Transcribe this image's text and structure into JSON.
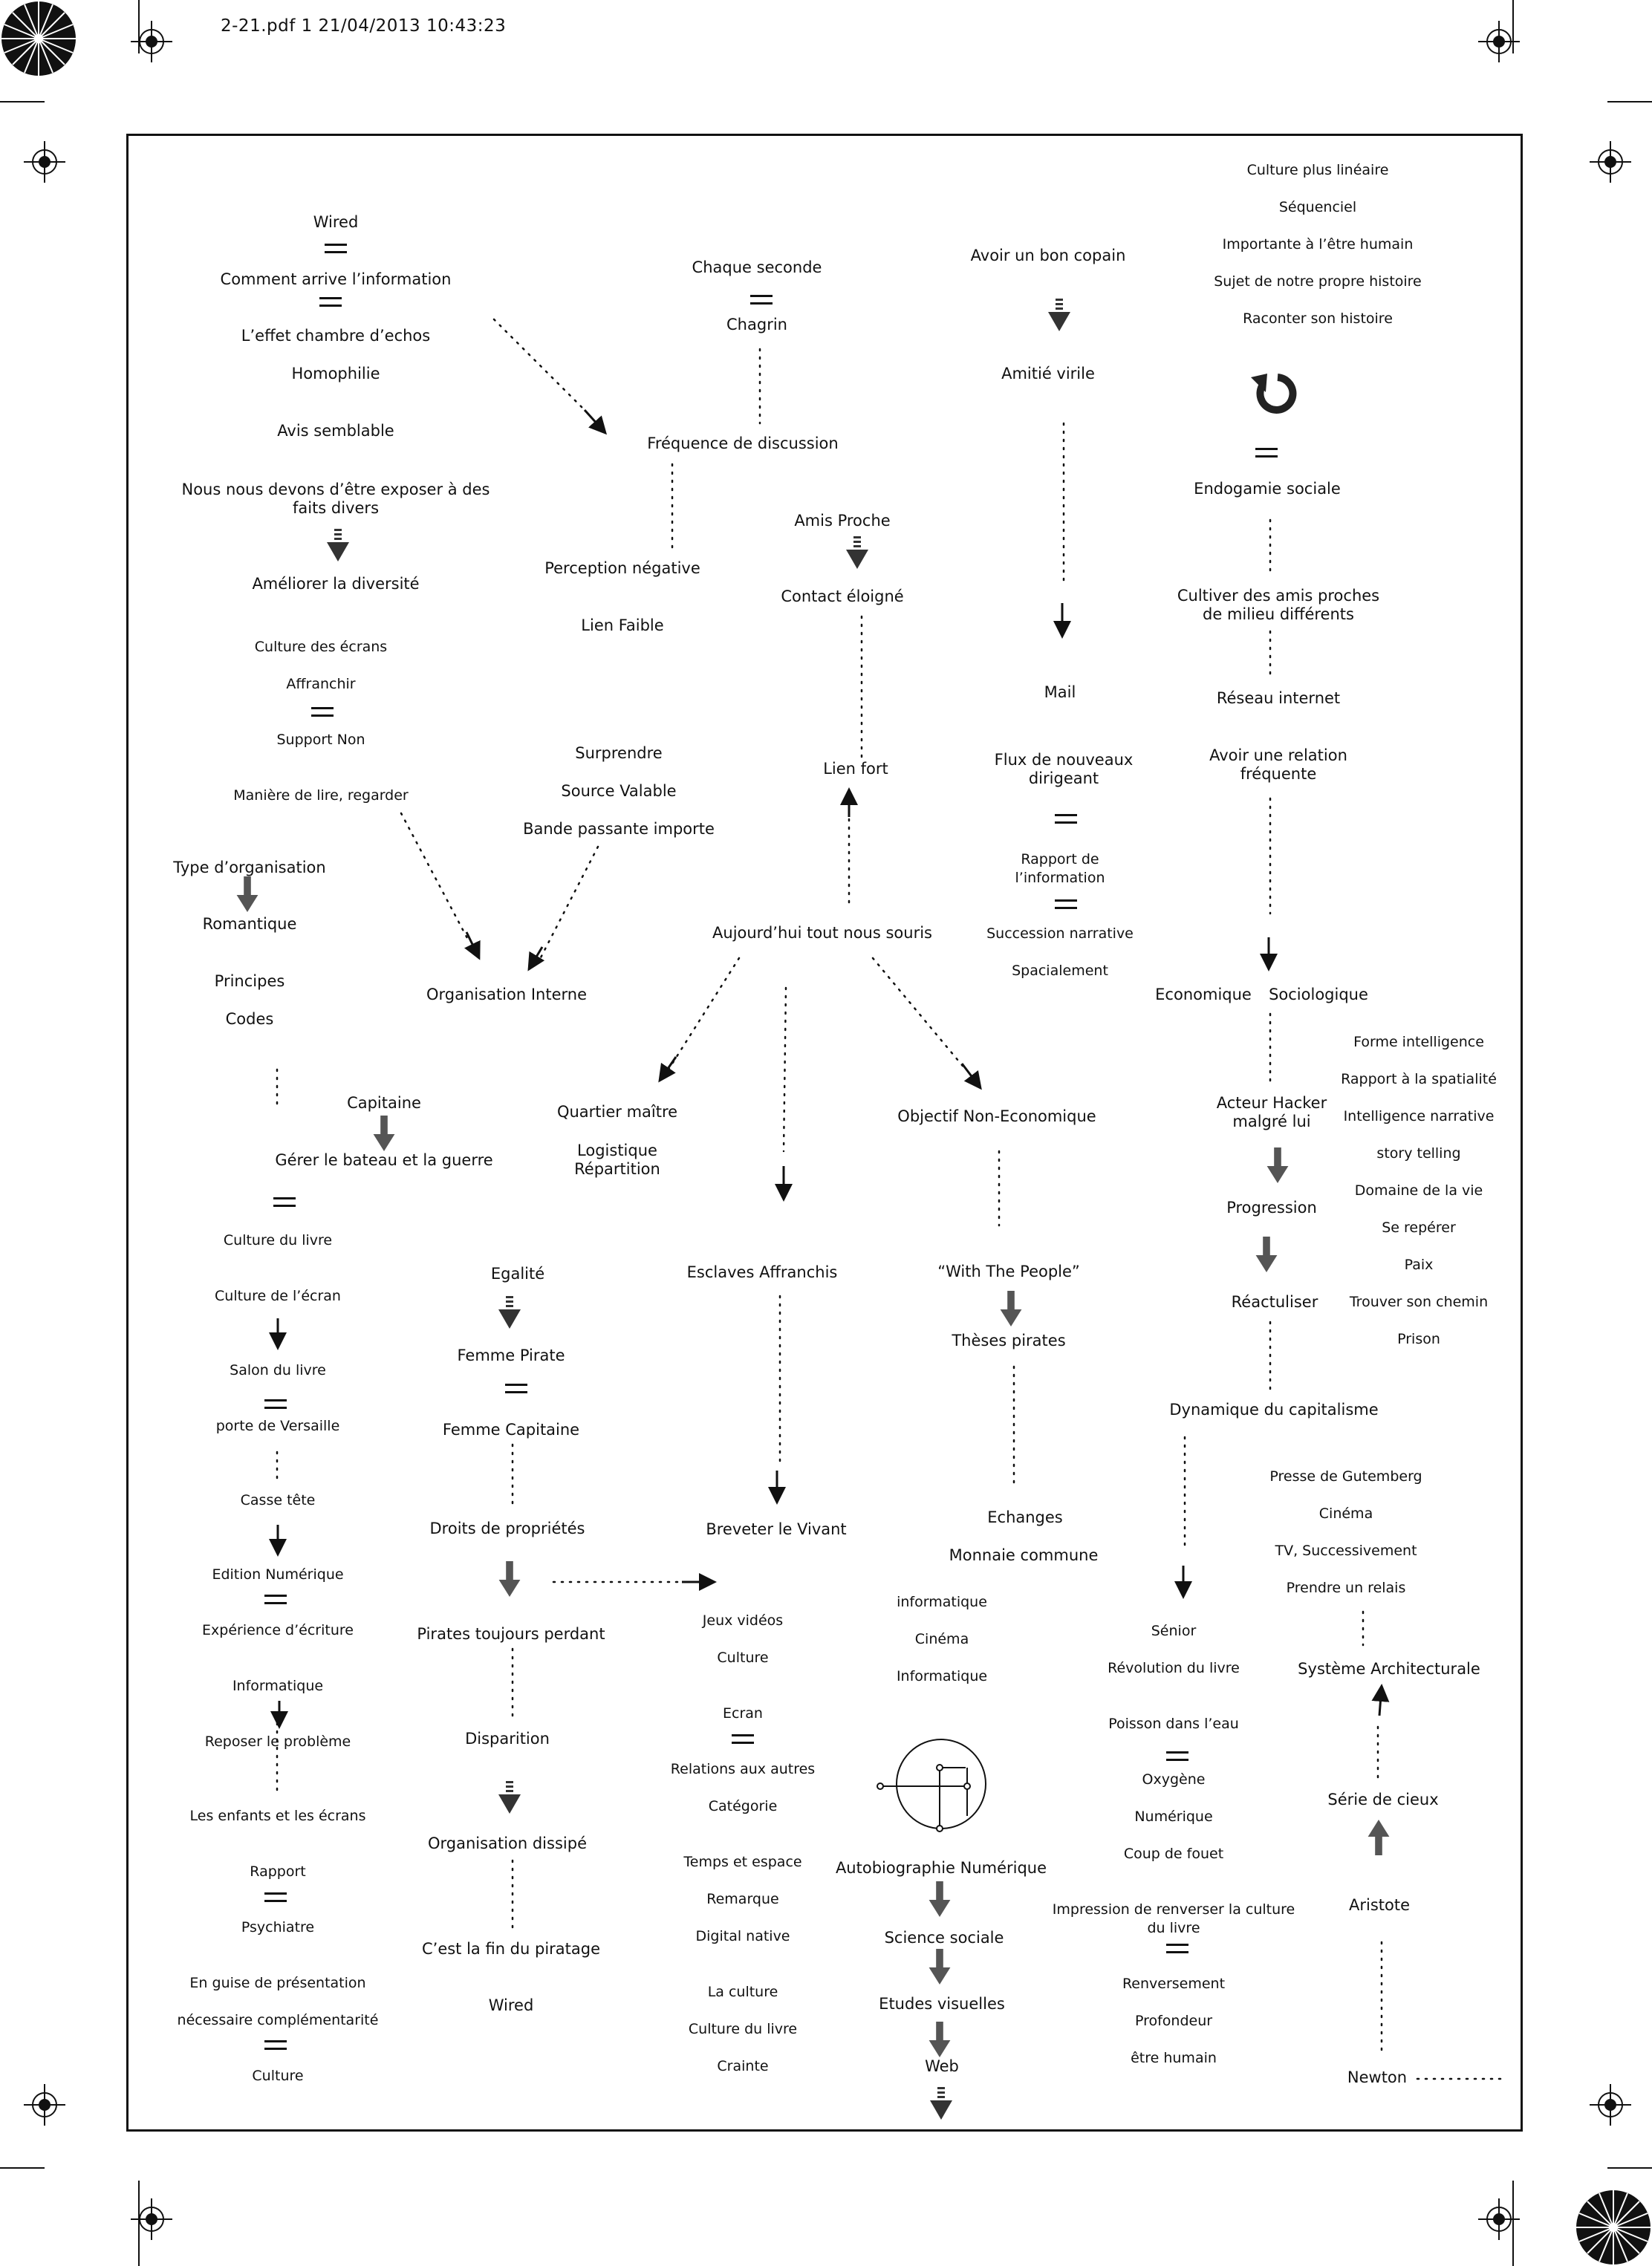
{
  "header": {
    "text": "2-21.pdf   1   21/04/2013   10:43:23"
  },
  "nodes": [
    {
      "id": "n1",
      "text": "Wired"
    },
    {
      "id": "n2",
      "text": "Comment arrive l’information"
    },
    {
      "id": "n3",
      "text": "L’effet chambre d’echos"
    },
    {
      "id": "n4",
      "text": "Homophilie"
    },
    {
      "id": "n5",
      "text": "Avis semblable"
    },
    {
      "id": "n6",
      "text": "Nous nous devons d’être exposer à des"
    },
    {
      "id": "n6b",
      "text": "faits divers"
    },
    {
      "id": "n7",
      "text": "Améliorer la diversité"
    },
    {
      "id": "n8",
      "text": "Culture des écrans"
    },
    {
      "id": "n9",
      "text": "Affranchir"
    },
    {
      "id": "n10",
      "text": "Support Non"
    },
    {
      "id": "n11",
      "text": "Manière de lire, regarder"
    },
    {
      "id": "n12",
      "text": "Type d’organisation"
    },
    {
      "id": "n13",
      "text": "Romantique"
    },
    {
      "id": "n14",
      "text": "Principes"
    },
    {
      "id": "n15",
      "text": "Codes"
    },
    {
      "id": "n16",
      "text": "Capitaine"
    },
    {
      "id": "n17",
      "text": "Gérer le bateau et la guerre"
    },
    {
      "id": "n18",
      "text": "Culture du livre"
    },
    {
      "id": "n19",
      "text": "Culture de l’écran"
    },
    {
      "id": "n20",
      "text": "Salon du livre"
    },
    {
      "id": "n21",
      "text": "porte de Versaille"
    },
    {
      "id": "n22",
      "text": "Casse tête"
    },
    {
      "id": "n23",
      "text": "Edition Numérique"
    },
    {
      "id": "n24",
      "text": "Expérience d’écriture"
    },
    {
      "id": "n25",
      "text": "Informatique"
    },
    {
      "id": "n26",
      "text": "Reposer le problème"
    },
    {
      "id": "n27",
      "text": "Les enfants et les écrans"
    },
    {
      "id": "n28",
      "text": "Rapport"
    },
    {
      "id": "n29",
      "text": "Psychiatre"
    },
    {
      "id": "n30",
      "text": "En guise de présentation"
    },
    {
      "id": "n31",
      "text": "nécessaire complémentarité"
    },
    {
      "id": "n32",
      "text": "Culture"
    },
    {
      "id": "n33",
      "text": "Chaque seconde"
    },
    {
      "id": "n34",
      "text": "Chagrin"
    },
    {
      "id": "n35",
      "text": "Fréquence de discussion"
    },
    {
      "id": "n36",
      "text": "Perception négative"
    },
    {
      "id": "n37",
      "text": "Lien Faible"
    },
    {
      "id": "n38",
      "text": "Surprendre"
    },
    {
      "id": "n39",
      "text": "Source Valable"
    },
    {
      "id": "n40",
      "text": "Bande passante importe"
    },
    {
      "id": "n41",
      "text": "Organisation Interne"
    },
    {
      "id": "n42",
      "text": "Quartier maître"
    },
    {
      "id": "n43",
      "text": "Logistique"
    },
    {
      "id": "n44",
      "text": "Répartition"
    },
    {
      "id": "n45",
      "text": "Egalité"
    },
    {
      "id": "n46",
      "text": "Femme Pirate"
    },
    {
      "id": "n47",
      "text": "Femme Capitaine"
    },
    {
      "id": "n48",
      "text": "Droits de propriétés"
    },
    {
      "id": "n49",
      "text": "Pirates toujours perdant"
    },
    {
      "id": "n50",
      "text": "Disparition"
    },
    {
      "id": "n51",
      "text": "Organisation dissipé"
    },
    {
      "id": "n52",
      "text": "C’est la fin du piratage"
    },
    {
      "id": "n53",
      "text": "Wired"
    },
    {
      "id": "n54",
      "text": "Amis Proche"
    },
    {
      "id": "n55",
      "text": "Contact éloigné"
    },
    {
      "id": "n56",
      "text": "Lien fort"
    },
    {
      "id": "n57",
      "text": "Aujourd’hui tout nous souris"
    },
    {
      "id": "n58",
      "text": "Esclaves Affranchis"
    },
    {
      "id": "n59",
      "text": "Breveter le Vivant"
    },
    {
      "id": "n60",
      "text": "Jeux vidéos"
    },
    {
      "id": "n61",
      "text": "Culture"
    },
    {
      "id": "n62",
      "text": "Ecran"
    },
    {
      "id": "n63",
      "text": "Relations aux autres"
    },
    {
      "id": "n64",
      "text": "Catégorie"
    },
    {
      "id": "n65",
      "text": "Temps et espace"
    },
    {
      "id": "n66",
      "text": "Remarque"
    },
    {
      "id": "n67",
      "text": "Digital native"
    },
    {
      "id": "n68",
      "text": "La culture"
    },
    {
      "id": "n69",
      "text": "Culture du livre"
    },
    {
      "id": "n70",
      "text": "Crainte"
    },
    {
      "id": "n71",
      "text": "Avoir un bon copain"
    },
    {
      "id": "n72",
      "text": "Amitié virile"
    },
    {
      "id": "n73",
      "text": "Mail"
    },
    {
      "id": "n74",
      "text": "Flux de nouveaux"
    },
    {
      "id": "n74b",
      "text": "dirigeant"
    },
    {
      "id": "n75",
      "text": "Rapport de"
    },
    {
      "id": "n75b",
      "text": "l’information"
    },
    {
      "id": "n76",
      "text": "Succession narrative"
    },
    {
      "id": "n77",
      "text": "Spacialement"
    },
    {
      "id": "n78",
      "text": "Objectif Non-Economique"
    },
    {
      "id": "n79",
      "text": "“With The People”"
    },
    {
      "id": "n80",
      "text": "Thèses pirates"
    },
    {
      "id": "n81",
      "text": "Echanges"
    },
    {
      "id": "n82",
      "text": "Monnaie commune"
    },
    {
      "id": "n83",
      "text": "informatique"
    },
    {
      "id": "n84",
      "text": "Cinéma"
    },
    {
      "id": "n85",
      "text": "Informatique"
    },
    {
      "id": "n86",
      "text": "Autobiographie Numérique"
    },
    {
      "id": "n87",
      "text": "Science sociale"
    },
    {
      "id": "n88",
      "text": "Etudes visuelles"
    },
    {
      "id": "n89",
      "text": "Web"
    },
    {
      "id": "n90",
      "text": "Culture plus linéaire"
    },
    {
      "id": "n91",
      "text": "Séquenciel"
    },
    {
      "id": "n92",
      "text": "Importante à l’être humain"
    },
    {
      "id": "n93",
      "text": "Sujet de notre propre histoire"
    },
    {
      "id": "n94",
      "text": "Raconter son histoire"
    },
    {
      "id": "n95",
      "text": "Endogamie sociale"
    },
    {
      "id": "n96",
      "text": "Cultiver des amis proches"
    },
    {
      "id": "n96b",
      "text": "de milieu différents"
    },
    {
      "id": "n97",
      "text": "Réseau internet"
    },
    {
      "id": "n98",
      "text": "Avoir une relation"
    },
    {
      "id": "n98b",
      "text": "fréquente"
    },
    {
      "id": "n99",
      "text": "Economique"
    },
    {
      "id": "n100",
      "text": "Sociologique"
    },
    {
      "id": "n101",
      "text": "Acteur Hacker"
    },
    {
      "id": "n101b",
      "text": "malgré lui"
    },
    {
      "id": "n102",
      "text": "Progression"
    },
    {
      "id": "n103",
      "text": "Réactuliser"
    },
    {
      "id": "n104",
      "text": "Dynamique du capitalisme"
    },
    {
      "id": "n105",
      "text": "Forme intelligence"
    },
    {
      "id": "n106",
      "text": "Rapport à la spatialité"
    },
    {
      "id": "n107",
      "text": "Intelligence narrative"
    },
    {
      "id": "n108",
      "text": "story telling"
    },
    {
      "id": "n109",
      "text": "Domaine de la vie"
    },
    {
      "id": "n110",
      "text": "Se repérer"
    },
    {
      "id": "n111",
      "text": "Paix"
    },
    {
      "id": "n112",
      "text": "Trouver son chemin"
    },
    {
      "id": "n113",
      "text": "Prison"
    },
    {
      "id": "n114",
      "text": "Presse de Gutemberg"
    },
    {
      "id": "n115",
      "text": "Cinéma"
    },
    {
      "id": "n116",
      "text": "TV, Successivement"
    },
    {
      "id": "n117",
      "text": "Prendre un relais"
    },
    {
      "id": "n118",
      "text": "Sénior"
    },
    {
      "id": "n119",
      "text": "Révolution du livre"
    },
    {
      "id": "n120",
      "text": "Poisson dans l’eau"
    },
    {
      "id": "n121",
      "text": "Oxygène"
    },
    {
      "id": "n122",
      "text": "Numérique"
    },
    {
      "id": "n123",
      "text": "Coup de  fouet"
    },
    {
      "id": "n124",
      "text": "Impression de renverser la culture"
    },
    {
      "id": "n124b",
      "text": "du livre"
    },
    {
      "id": "n125",
      "text": "Renversement"
    },
    {
      "id": "n126",
      "text": "Profondeur"
    },
    {
      "id": "n127",
      "text": "être humain"
    },
    {
      "id": "n128",
      "text": "Système Architecturale"
    },
    {
      "id": "n129",
      "text": "Série de cieux"
    },
    {
      "id": "n130",
      "text": "Aristote"
    },
    {
      "id": "n131",
      "text": "Newton"
    }
  ]
}
